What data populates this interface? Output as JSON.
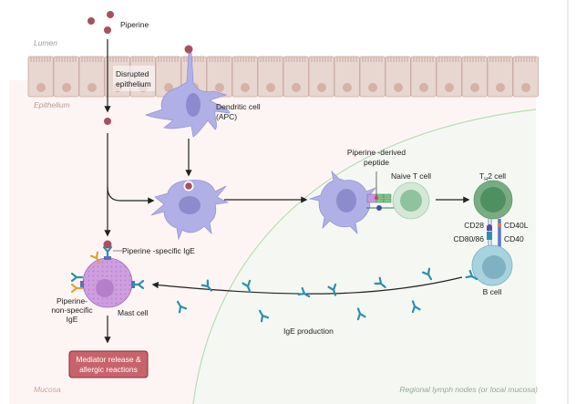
{
  "regions": {
    "lumen": "Lumen",
    "epithelium": "Epithelium",
    "mucosa": "Mucosa",
    "lymph": "Regional lymph nodes (or local mucosa)"
  },
  "labels": {
    "piperine": "Piperine",
    "disrupted_line1": "Disrupted",
    "disrupted_line2": "epithelium",
    "dendritic_line1": "Dendritic cell",
    "dendritic_line2": "(APC)",
    "peptide_line1": "Piperine -derived",
    "peptide_line2": "peptide",
    "naive_t": "Naive T cell",
    "th2_prefix": "T",
    "th2_sub": "H",
    "th2_suffix": "2 cell",
    "cd28": "CD28",
    "cd40l": "CD40L",
    "cd8086": "CD80/86",
    "cd40": "CD40",
    "b_cell": "B cell",
    "ige_production": "IgE production",
    "specific_ige": "Piperine -specific IgE",
    "nonspecific_line1": "Piperine-",
    "nonspecific_line2": "non-specific",
    "nonspecific_line3": "IgE",
    "mast_cell": "Mast cell",
    "mediator_line1": "Mediator release &",
    "mediator_line2": "allergic reactions"
  },
  "colors": {
    "mucosa_bg": "#fdf5f3",
    "lymph_bg": "#f5f8f2",
    "lymph_border": "#b9dcb5",
    "epithelial_cell": "#e8d6d0",
    "epithelial_border": "#c7a9a0",
    "nucleus_epi": "#d6b1a7",
    "piperine": "#a84f62",
    "dendritic": "#b0b0e6",
    "dendritic_nucleus": "#8c8ccc",
    "naive_t": "#d3e8d6",
    "naive_t_nucleus": "#8fc29f",
    "th2": "#77ad82",
    "th2_nucleus": "#4f9061",
    "b_cell": "#a7d3df",
    "b_cell_nucleus": "#7fb1c2",
    "mast": "#cf9ee0",
    "mast_nucleus": "#b57fcb",
    "ige": "#2b8fb3",
    "nonspecific_ige": "#e0a23b",
    "mediator_box": "#c9636b",
    "mediator_border": "#8a2c34"
  }
}
